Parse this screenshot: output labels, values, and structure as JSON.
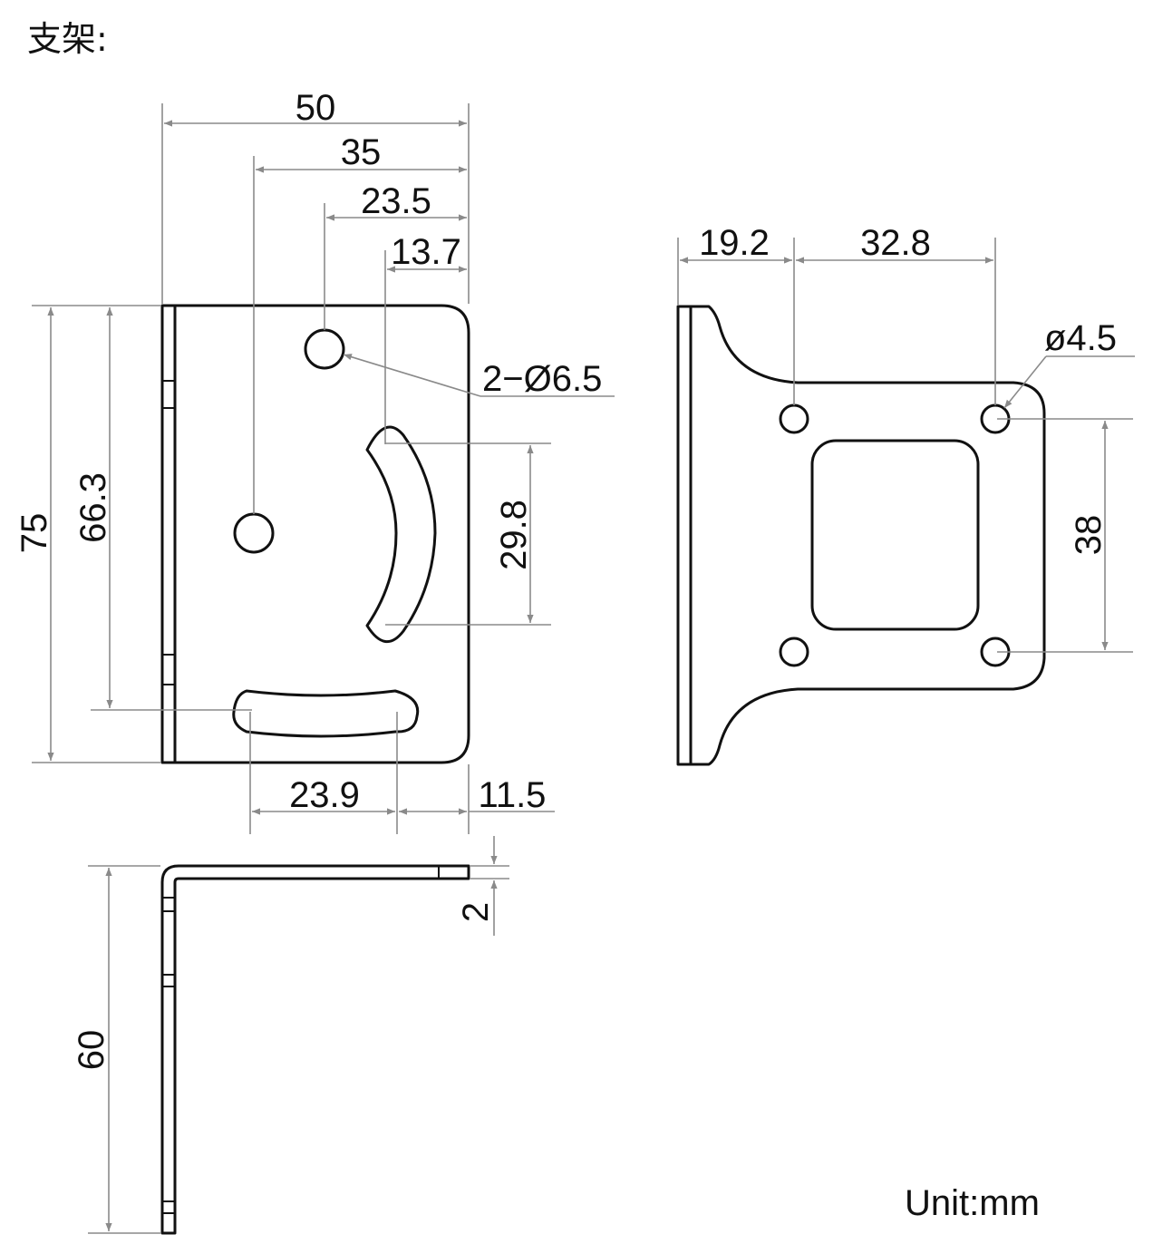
{
  "title": "支架:",
  "unit_note": "Unit:mm",
  "front_view": {
    "dims": {
      "w50": "50",
      "w35": "35",
      "w23_5": "23.5",
      "w13_7": "13.7",
      "h75": "75",
      "h66_3": "66.3",
      "h29_8": "29.8",
      "w23_9": "23.9",
      "w11_5": "11.5",
      "hole_callout": "2−Ø6.5"
    }
  },
  "side_view": {
    "dims": {
      "h60": "60",
      "t2": "2"
    }
  },
  "plan_view": {
    "dims": {
      "w19_2": "19.2",
      "w32_8": "32.8",
      "h38": "38",
      "hole_dia": "ø4.5"
    }
  }
}
